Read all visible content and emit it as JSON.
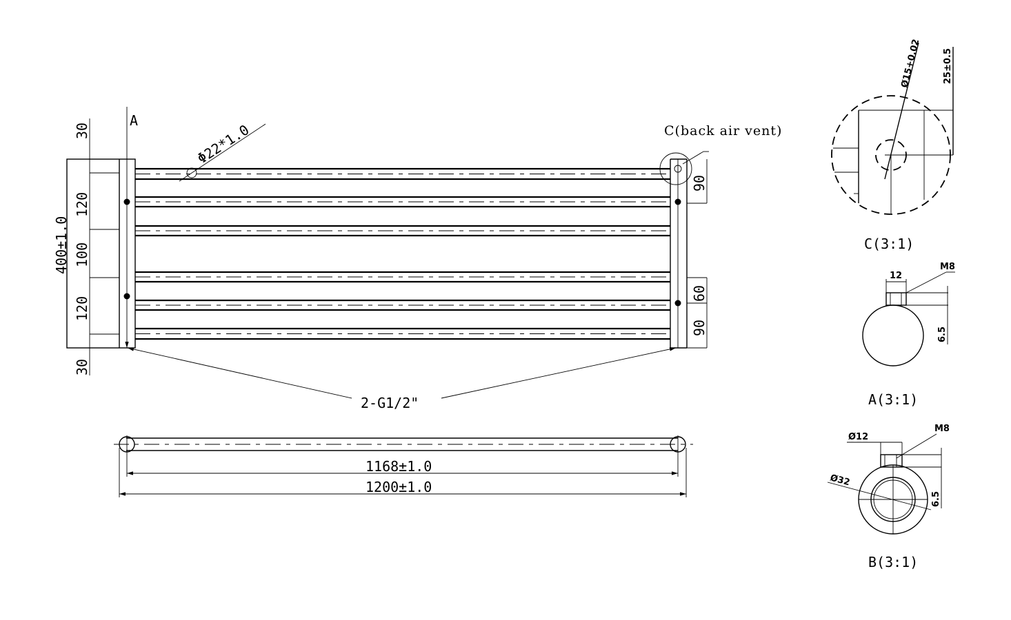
{
  "front_view": {
    "section_marker": "A",
    "tube_label": "Φ22*1.0",
    "air_vent_label": "C(back air vent)",
    "connection_label": "2-G1/2\"",
    "left_dims": {
      "overall": "400±1.0",
      "top": "30",
      "seg1": "120",
      "seg2": "100",
      "seg3": "120",
      "bottom": "30"
    },
    "right_dims": {
      "top": "90",
      "mid": "60",
      "bottom": "90"
    }
  },
  "top_view": {
    "inner_width": "1168±1.0",
    "overall_width": "1200±1.0"
  },
  "detail_c": {
    "title": "C(3:1)",
    "diameter": "Ø15+0.02",
    "height": "25±0.5"
  },
  "detail_a": {
    "title": "A(3:1)",
    "width": "12",
    "thread": "M8",
    "depth": "6.5"
  },
  "detail_b": {
    "title": "B(3:1)",
    "diameter_small": "Ø12",
    "diameter_large": "Ø32",
    "thread": "M8",
    "depth": "6.5"
  }
}
